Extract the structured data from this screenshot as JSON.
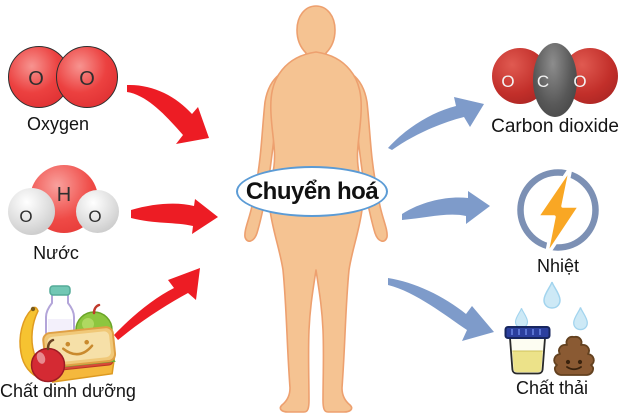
{
  "center": {
    "label": "Chuyển hoá"
  },
  "oxygen": {
    "label": "Oxygen",
    "atoms": [
      "O",
      "O"
    ]
  },
  "water": {
    "label": "Nước",
    "atoms": [
      "O",
      "H",
      "O"
    ]
  },
  "nutrients": {
    "label": "Chất dinh dưỡng"
  },
  "co2": {
    "label": "Carbon dioxide",
    "atoms": [
      "O",
      "C",
      "O"
    ]
  },
  "heat": {
    "label": "Nhiệt"
  },
  "waste": {
    "label": "Chất thải"
  },
  "colors": {
    "input_arrow_red": "#ed1c24",
    "output_arrow_blue": "#7e9bca",
    "body_skin": "#f5c392",
    "body_outline": "#eda06f",
    "ellipse_border": "#5b9bd5",
    "oxygen_sphere_red": "#ec4140",
    "co2_sphere_red": "#c22f2a",
    "carbon_sphere_gray": "#585858",
    "heat_bolt_orange": "#f9a724",
    "heat_ring_blue": "#7c90b4",
    "urine_yellow": "#ece289",
    "feces_brown": "#8a5a33",
    "droplet_blue": "#cde9f6"
  }
}
